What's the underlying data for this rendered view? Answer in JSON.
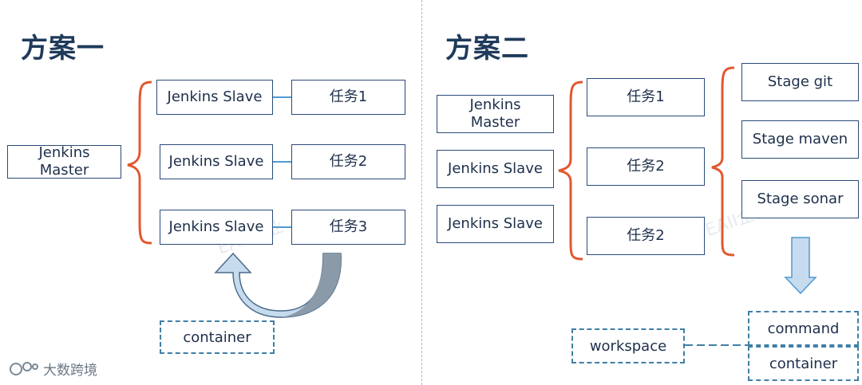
{
  "left": {
    "title": "方案一",
    "master": "Jenkins Master",
    "slaves": [
      "Jenkins Slave",
      "Jenkins Slave",
      "Jenkins Slave"
    ],
    "tasks": [
      "任务1",
      "任务2",
      "任务3"
    ],
    "container": "container"
  },
  "right": {
    "title": "方案二",
    "master": "Jenkins Master",
    "slaves": [
      "Jenkins Slave",
      "Jenkins Slave"
    ],
    "tasks": [
      "任务1",
      "任务2",
      "任务2"
    ],
    "stages": [
      "Stage git",
      "Stage maven",
      "Stage sonar"
    ],
    "command": "command",
    "container": "container",
    "workspace": "workspace"
  },
  "logo_text": "大数跨境",
  "colors": {
    "brace": "#e2582f",
    "border": "#2b4a7a",
    "dashed": "#3f7fa6",
    "connector": "#4f9ad1"
  }
}
